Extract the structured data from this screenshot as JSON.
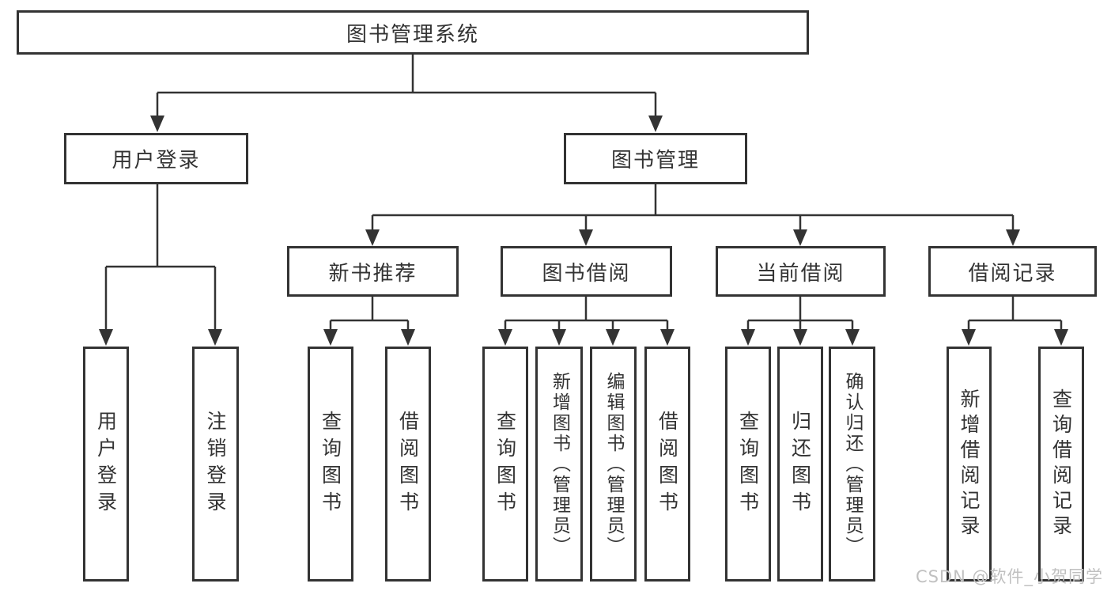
{
  "diagram": {
    "root": {
      "label": "图书管理系统"
    },
    "level2": [
      {
        "label": "用户登录"
      },
      {
        "label": "图书管理"
      }
    ],
    "level3": [
      {
        "label": "新书推荐"
      },
      {
        "label": "图书借阅"
      },
      {
        "label": "当前借阅"
      },
      {
        "label": "借阅记录"
      }
    ],
    "leaves": [
      {
        "label": "用户登录"
      },
      {
        "label": "注销登录"
      },
      {
        "label": "查询图书"
      },
      {
        "label": "借阅图书"
      },
      {
        "label": "查询图书"
      },
      {
        "label": "新增图书（管理员）"
      },
      {
        "label": "编辑图书（管理员）"
      },
      {
        "label": "借阅图书"
      },
      {
        "label": "查询图书"
      },
      {
        "label": "归还图书"
      },
      {
        "label": "确认归还（管理员）"
      },
      {
        "label": "新增借阅记录"
      },
      {
        "label": "查询借阅记录"
      }
    ],
    "watermark": "CSDN @软件_小贺同学",
    "colors": {
      "line": "#333333",
      "text": "#333333",
      "watermark": "#c0c0c0",
      "background": "#ffffff"
    }
  }
}
